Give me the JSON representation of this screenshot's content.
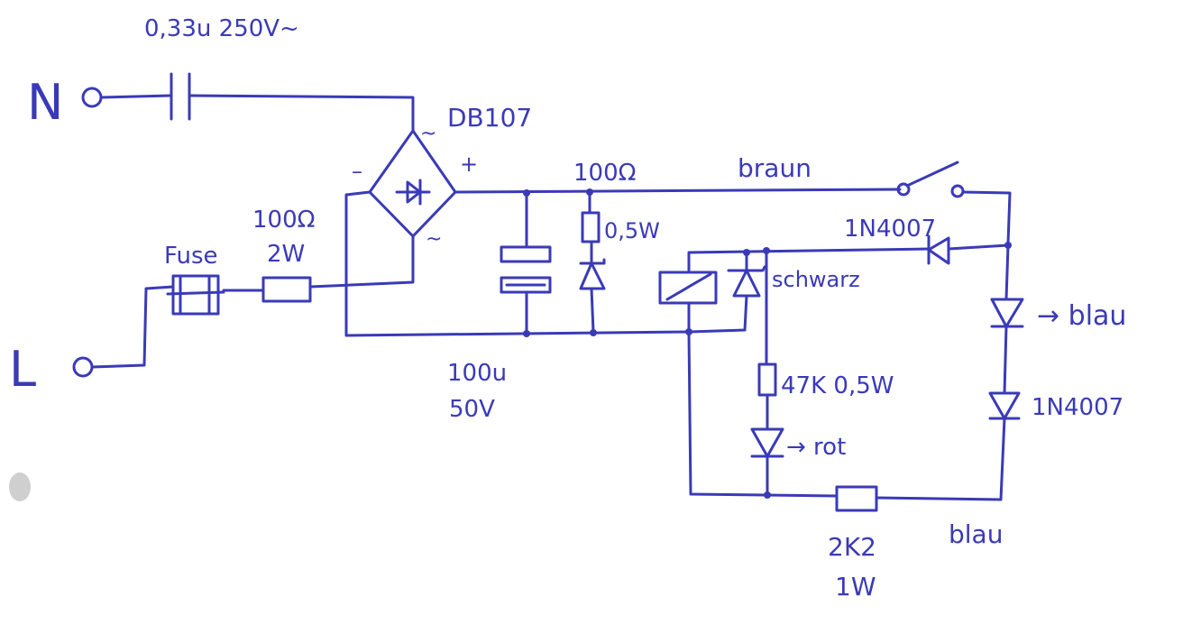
{
  "terminals": {
    "n": "N",
    "l": "L"
  },
  "labels": {
    "cap_input": "0,33u 250V~",
    "bridge": "DB107",
    "bridge_minus": "–",
    "bridge_plus": "+",
    "bridge_ac_top": "~",
    "bridge_ac_bottom": "~",
    "fuse": "Fuse",
    "resistor_input": "100Ω",
    "resistor_input_power": "2W",
    "resistor_series": "100Ω",
    "resistor_series_power": "0,5W",
    "wire_brown": "braun",
    "diode_flyback": "1N4007",
    "wire_black": "schwarz",
    "led_blue": "→ blau",
    "diode_lower": "1N4007",
    "resistor_led": "47K 0,5W",
    "led_red": "→ rot",
    "cap_filter_value": "100u",
    "cap_filter_voltage": "50V",
    "resistor_bottom_value": "2K2",
    "resistor_bottom_power": "1W",
    "wire_blue": "blau"
  },
  "colors": {
    "ink": "#3a3ab8",
    "paper": "#ffffff",
    "hole": "#cfcfcf"
  }
}
